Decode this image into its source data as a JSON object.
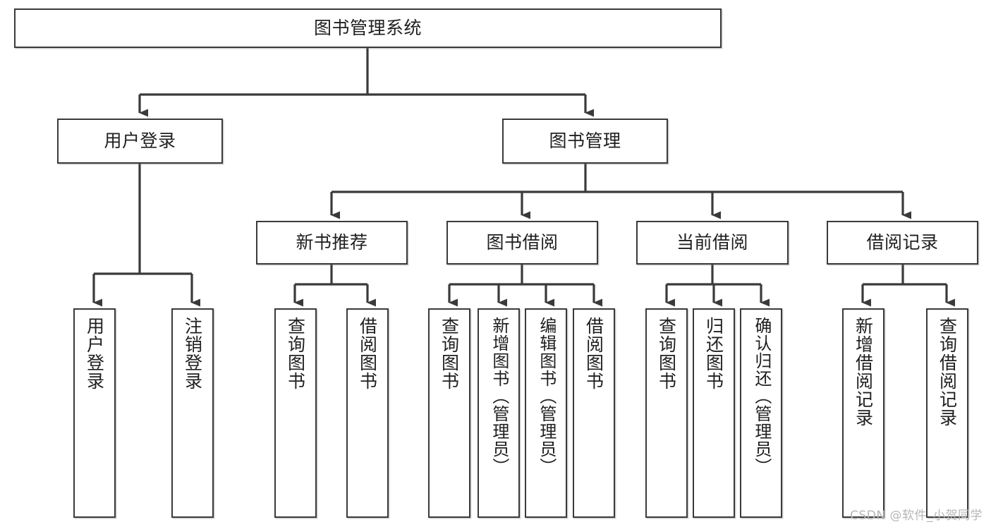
{
  "diagram": {
    "title": "图书管理系统",
    "type": "tree-hierarchy-diagram",
    "watermark": "CSDN @软件_小贺同学",
    "edge_color": "#3a3a3a",
    "box_border_color": "#3a3a3a",
    "box_fill_color": "#ffffff",
    "text_color": "#1f1f1f"
  },
  "nodes": {
    "root": {
      "label": "图书管理系统"
    },
    "level2": [
      {
        "label": "用户登录"
      },
      {
        "label": "图书管理"
      }
    ],
    "level3": [
      {
        "label": "新书推荐"
      },
      {
        "label": "图书借阅"
      },
      {
        "label": "当前借阅"
      },
      {
        "label": "借阅记录"
      }
    ],
    "leaves_user_login": [
      {
        "label": "用户登录"
      },
      {
        "label": "注销登录"
      }
    ],
    "leaves_new_book": [
      {
        "label": "查询图书"
      },
      {
        "label": "借阅图书"
      }
    ],
    "leaves_borrow": [
      {
        "label": "查询图书"
      },
      {
        "label": "新增图书（管理员）"
      },
      {
        "label": "编辑图书（管理员）"
      },
      {
        "label": "借阅图书"
      }
    ],
    "leaves_current": [
      {
        "label": "查询图书"
      },
      {
        "label": "归还图书"
      },
      {
        "label": "确认归还（管理员）"
      }
    ],
    "leaves_records": [
      {
        "label": "新增借阅记录"
      },
      {
        "label": "查询借阅记录"
      }
    ]
  }
}
